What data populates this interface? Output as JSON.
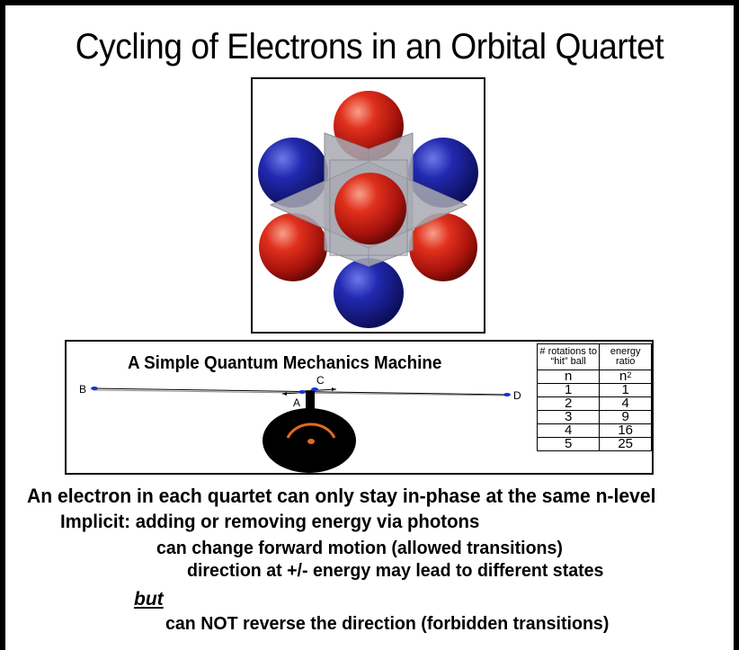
{
  "title": "Cycling of Electrons in an Orbital Quartet",
  "machine": {
    "title": "A Simple Quantum Mechanics Machine",
    "points": {
      "a": "A",
      "b": "B",
      "c": "C",
      "d": "D"
    },
    "table": {
      "header_rotations": "# rotations to “hit” ball",
      "header_energy": "energy ratio",
      "symbol_n": "n",
      "symbol_energy": "n",
      "symbol_energy_exp": "2",
      "rows": [
        {
          "n": "1",
          "e": "1"
        },
        {
          "n": "2",
          "e": "4"
        },
        {
          "n": "3",
          "e": "9"
        },
        {
          "n": "4",
          "e": "16"
        },
        {
          "n": "5",
          "e": "25"
        }
      ]
    }
  },
  "captions": {
    "main": "An electron in each quartet can only stay in-phase at the same n-level",
    "implicit": "Implicit: adding or removing energy via photons",
    "forward": "can change forward motion (allowed transitions)",
    "direction": "direction at +/- energy may lead to different states",
    "but": "but",
    "reverse": "can NOT reverse the direction (forbidden transitions)"
  },
  "colors": {
    "sphere_red": "#d21a12",
    "sphere_blue": "#1a1f9a",
    "plane_gray": "#a9a9b3",
    "machine_arc": "#e36a1e",
    "marker_blue": "#1432d8"
  }
}
